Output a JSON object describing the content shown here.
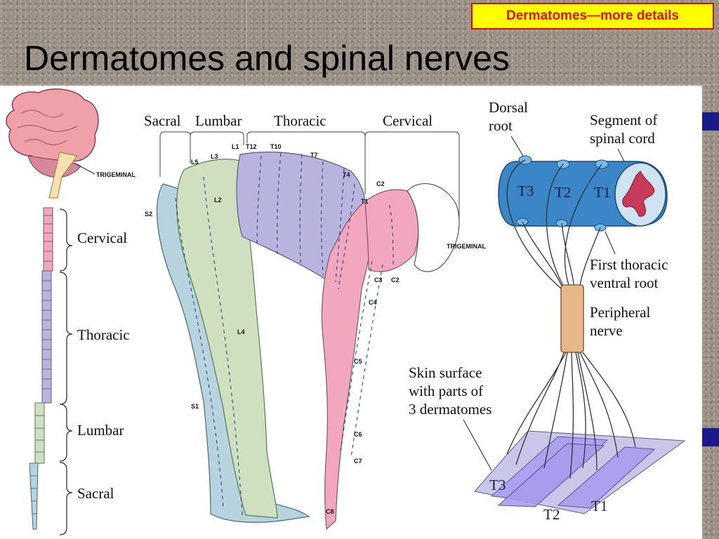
{
  "link": {
    "label": "Dermatomes—more details"
  },
  "title": "Dermatomes and spinal nerves",
  "spine": {
    "trigeminal": "TRIGEMINAL",
    "regions": [
      "Cervical",
      "Thoracic",
      "Lumbar",
      "Sacral"
    ]
  },
  "body": {
    "header_regions": [
      "Sacral",
      "Lumbar",
      "Thoracic",
      "Cervical"
    ],
    "trigeminal": "TRIGEMINAL",
    "labels": [
      "S2",
      "L5",
      "L3",
      "L1",
      "T12",
      "T10",
      "T7",
      "T4",
      "C2",
      "T1",
      "L2",
      "C3",
      "C2",
      "C4",
      "L4",
      "C5",
      "S1",
      "C6",
      "C7",
      "C8"
    ]
  },
  "nerve": {
    "dorsal_root_1": "Dorsal",
    "dorsal_root_2": "root",
    "segment_1": "Segment of",
    "segment_2": "spinal cord",
    "segments": [
      "T3",
      "T2",
      "T1"
    ],
    "ventral_1": "First thoracic",
    "ventral_2": "ventral root",
    "peripheral_1": "Peripheral",
    "peripheral_2": "nerve",
    "skin_1": "Skin surface",
    "skin_2": "with parts of",
    "skin_3": "3 dermatomes",
    "strips": [
      "T3",
      "T2",
      "T1"
    ]
  },
  "colors": {
    "link_bg": "#ffff00",
    "link_text": "#e01010",
    "cervical": "#f2a7bf",
    "thoracic": "#b9b4dd",
    "lumbar": "#cfe0c0",
    "sacral": "#b6d3de",
    "cord": "#3a86c8",
    "strip": "#a99cf0"
  }
}
